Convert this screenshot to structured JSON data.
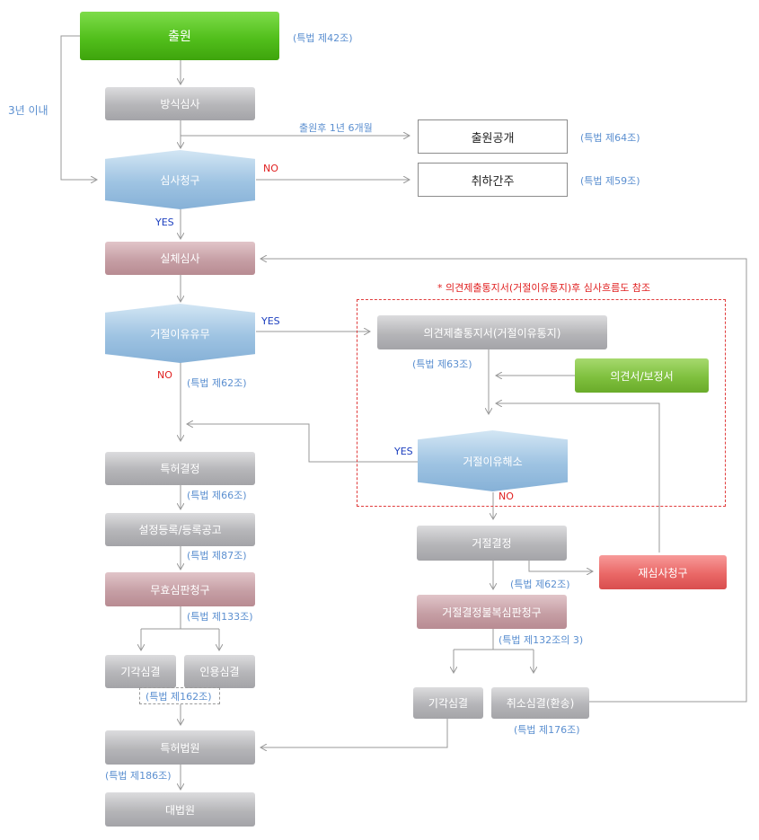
{
  "nodes": {
    "filing": "출원",
    "formality_exam": "방식심사",
    "exam_request": "심사청구",
    "substantive_exam": "실체심사",
    "rejection_check": "거절이유유무",
    "patent_decision": "특허결정",
    "registration": "설정등록/등록공고",
    "invalidation_trial": "무효심판청구",
    "dismissal_left": "기각심결",
    "acceptance": "인용심결",
    "patent_court": "특허법원",
    "supreme_court": "대법원",
    "publication": "출원공개",
    "deemed_withdrawn": "취하간주",
    "opinion_notice": "의견제출통지서(거절이유통지)",
    "opinion_amend": "의견서/보정서",
    "rejection_resolved": "거절이유해소",
    "rejection_decision": "거절결정",
    "re_exam_request": "재심사청구",
    "appeal_trial": "거절결정불복심판청구",
    "dismissal_right": "기각심결",
    "cancellation": "취소심결(환송)"
  },
  "labels": {
    "art42": "(특법 제42조)",
    "art64": "(특법 제64조)",
    "art59": "(특법 제59조)",
    "art62_left": "(특법 제62조)",
    "art63": "(특법 제63조)",
    "art66": "(특법 제66조)",
    "art87": "(특법 제87조)",
    "art133": "(특법 제133조)",
    "art162": "(특법 제162조)",
    "art186": "(특법 제186조)",
    "art62_right": "(특법 제62조)",
    "art132": "(특법 제132조의 3)",
    "art176": "(특법 제176조)",
    "within_3_years": "3년 이내",
    "after_filing": "출원후 1년 6개월",
    "note": "* 의견제출통지서(거절이유통지)후 심사흐름도 참조",
    "no_exam": "NO",
    "yes_exam": "YES",
    "yes_reject": "YES",
    "no_reject": "NO",
    "yes_resolved": "YES",
    "no_resolved": "NO"
  },
  "colors": {
    "green": "#52bf1c",
    "gray": "#b5b5b8",
    "blue_diamond": "#9ec3e2",
    "pink": "#c69fa5",
    "red": "#ea6867",
    "label_blue": "#5b8fd0",
    "label_red": "#e02020",
    "label_darkblue": "#1c3fbf"
  }
}
